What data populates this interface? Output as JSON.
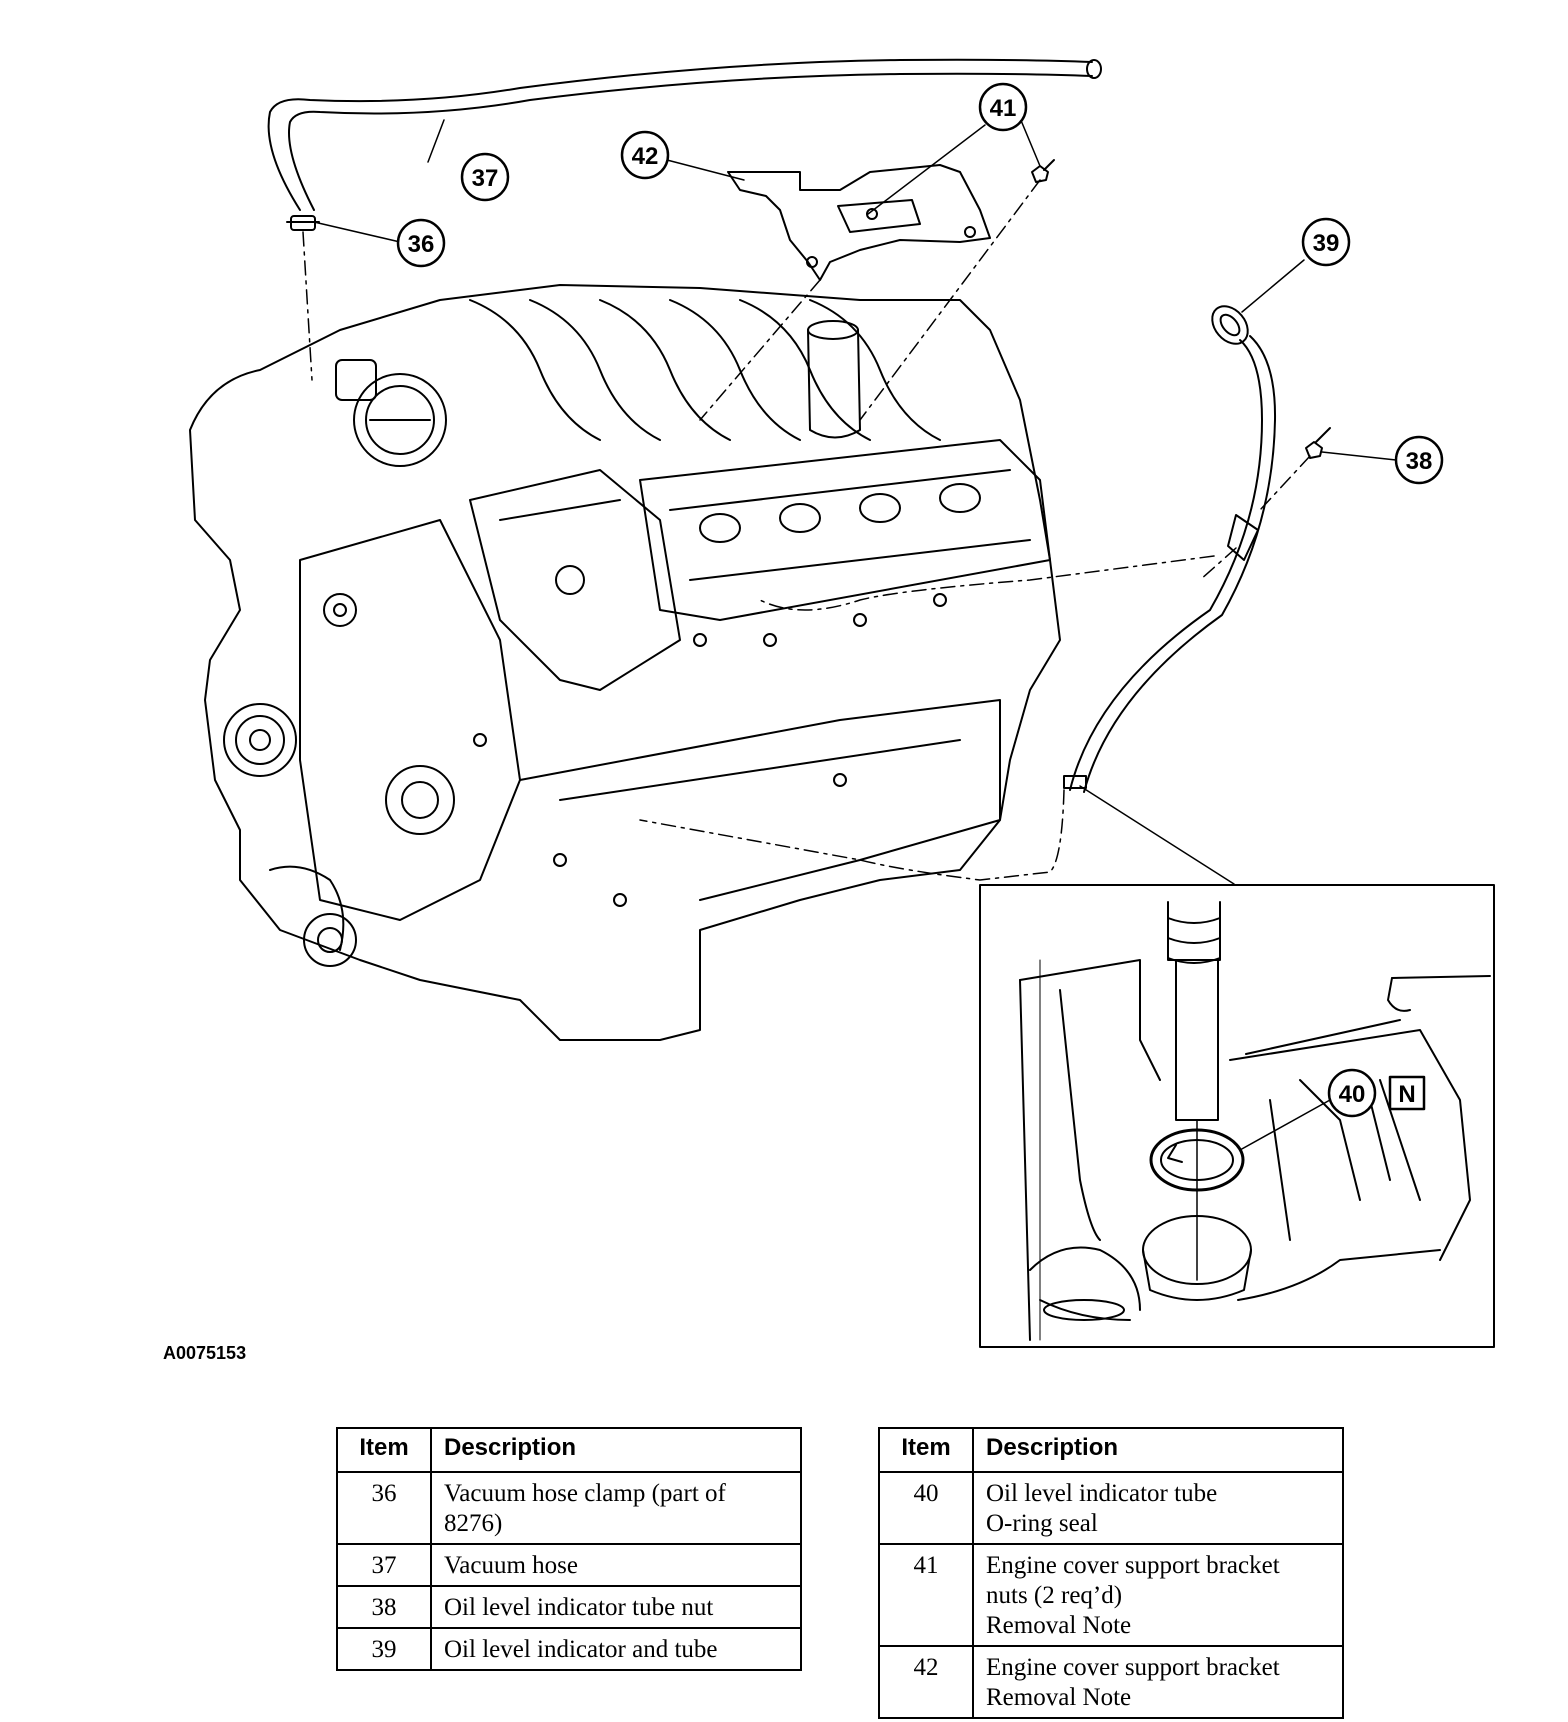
{
  "figure": {
    "id": "A0075153",
    "callouts": [
      "36",
      "37",
      "38",
      "39",
      "40",
      "41",
      "42"
    ],
    "symbol": "N"
  },
  "tables": {
    "left": {
      "header_item": "Item",
      "header_desc": "Description",
      "rows": [
        {
          "item": "36",
          "lines": [
            "Vacuum hose clamp (part of",
            "8276)"
          ]
        },
        {
          "item": "37",
          "lines": [
            "Vacuum hose"
          ]
        },
        {
          "item": "38",
          "lines": [
            "Oil level indicator tube nut"
          ]
        },
        {
          "item": "39",
          "lines": [
            "Oil level indicator and tube"
          ]
        }
      ]
    },
    "right": {
      "header_item": "Item",
      "header_desc": "Description",
      "rows": [
        {
          "item": "40",
          "lines": [
            "Oil level indicator tube",
            "O-ring seal"
          ]
        },
        {
          "item": "41",
          "lines": [
            "Engine cover support bracket",
            "nuts (2 req’d)",
            "Removal Note"
          ]
        },
        {
          "item": "42",
          "lines": [
            "Engine cover support bracket",
            "Removal Note"
          ]
        }
      ]
    }
  }
}
